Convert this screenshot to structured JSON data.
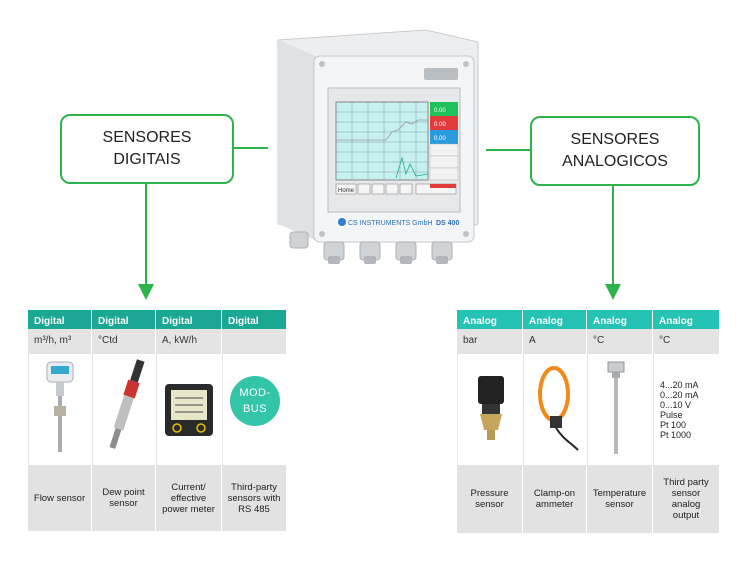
{
  "callouts": {
    "digital": {
      "line1": "SENSORES",
      "line2": "DIGITAIS"
    },
    "analog": {
      "line1": "SENSORES",
      "line2": "ANALOGICOS"
    }
  },
  "device": {
    "brand": "CS INSTRUMENTS GmbH",
    "model": "DS 400",
    "screen_values": [
      "0.00",
      "0.00",
      "0.00"
    ],
    "screen_buttons": [
      "Home"
    ]
  },
  "digital_table": {
    "headers": [
      "Digital",
      "Digital",
      "Digital",
      "Digital"
    ],
    "units": [
      "m³/h, m³",
      "°Ctd",
      "A, kW/h",
      ""
    ],
    "names": [
      [
        "Flow sensor"
      ],
      [
        "Dew point",
        "sensor"
      ],
      [
        "Current/",
        "effective",
        "power meter"
      ],
      [
        "Third-party",
        "sensors with",
        "RS 485"
      ]
    ],
    "modbus": [
      "MOD-",
      "BUS"
    ]
  },
  "analog_table": {
    "headers": [
      "Analog",
      "Analog",
      "Analog",
      "Analog"
    ],
    "units": [
      "bar",
      "A",
      "°C",
      "°C"
    ],
    "names": [
      [
        "Pressure",
        "sensor"
      ],
      [
        "Clamp-on",
        "ammeter"
      ],
      [
        "Temperature",
        "sensor"
      ],
      [
        "Third party",
        "sensor",
        "analog",
        "output"
      ]
    ],
    "signals": [
      "4...20 mA",
      "0...20 mA",
      "0...10 V",
      "Pulse",
      "Pt 100",
      "Pt 1000"
    ]
  },
  "colors": {
    "arrow_green": "#2db34a",
    "digital_header": "#1aa793",
    "analog_header": "#24c3b3",
    "row_grey": "#e2e2e2"
  }
}
